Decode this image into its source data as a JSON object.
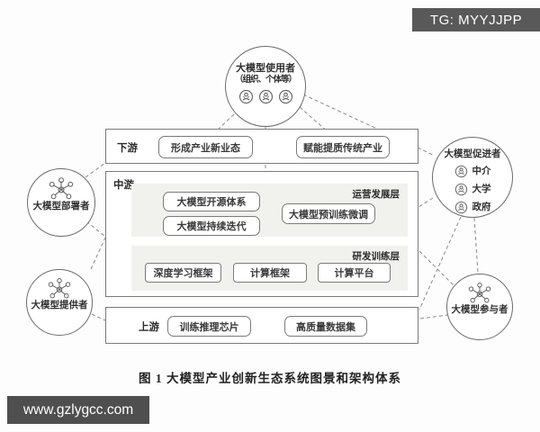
{
  "overlays": {
    "tg_banner": "TG: MYYJJPP",
    "watermark": "www.gzlygcc.com"
  },
  "caption": "图 1  大模型产业创新生态系统图景和架构体系",
  "colors": {
    "banner_bg": "#595959",
    "watermark_bg": "#4f4f4f",
    "panel_bg": "#f1f1ee",
    "box_border": "#7b7b7b",
    "line": "#8a8a8a",
    "text": "#333333"
  },
  "diagram": {
    "users_circle": {
      "title": "大模型使用者",
      "subtitle": "（组织、个体等）"
    },
    "deployer_circle": {
      "label": "大模型部署者"
    },
    "provider_circle": {
      "label": "大模型提供者"
    },
    "promoter_circle": {
      "title": "大模型促进者",
      "items": [
        "中介",
        "大学",
        "政府"
      ]
    },
    "participant_circle": {
      "label": "大模型参与者"
    },
    "downstream": {
      "label": "下游",
      "boxes": [
        "形成产业新业态",
        "赋能提质传统产业"
      ]
    },
    "midstream": {
      "label": "中游",
      "operation_layer": {
        "label": "运营发展层",
        "boxes": [
          "大模型开源体系",
          "大模型持续迭代",
          "大模型预训练微调"
        ]
      },
      "rd_layer": {
        "label": "研发训练层",
        "boxes": [
          "深度学习框架",
          "计算框架",
          "计算平台"
        ]
      }
    },
    "upstream": {
      "label": "上游",
      "boxes": [
        "训练推理芯片",
        "高质量数据集"
      ]
    }
  }
}
